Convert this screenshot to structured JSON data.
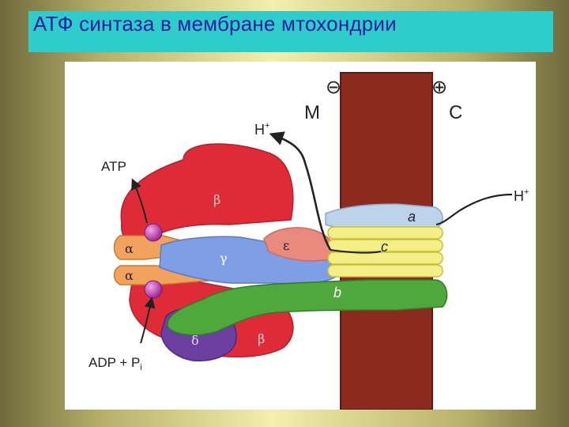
{
  "title": "АТФ синтаза в мембране мтохондрии",
  "colors": {
    "title_bg": "#2fcccc",
    "title_text": "#1e1ea0",
    "membrane": "#8c2a20",
    "beta_alpha": "#df2b37",
    "gamma": "#7f9ee6",
    "b_subunit": "#4ea83c",
    "delta": "#6a3fa0",
    "c_ring": "#f4ee86",
    "a_subunit": "#bcd3e9",
    "epsilon": "#e88a7d",
    "alpha_tabs": "#f1a25c",
    "sphere": "#c03ab6"
  },
  "diagram": {
    "side_left_sign": "⊖",
    "side_left_letter": "M",
    "side_right_sign": "⊕",
    "side_right_letter": "C",
    "proton_out": "H+",
    "proton_in": "H+",
    "atp_label": "ATP",
    "adp_label": "ADP + Pi",
    "subunit_beta_top": "β",
    "subunit_beta_bottom": "β",
    "subunit_alpha_1": "α",
    "subunit_alpha_2": "α",
    "subunit_gamma": "γ",
    "subunit_epsilon": "ε",
    "subunit_delta": "δ",
    "subunit_a": "a",
    "subunit_b": "b",
    "subunit_c": "c"
  }
}
